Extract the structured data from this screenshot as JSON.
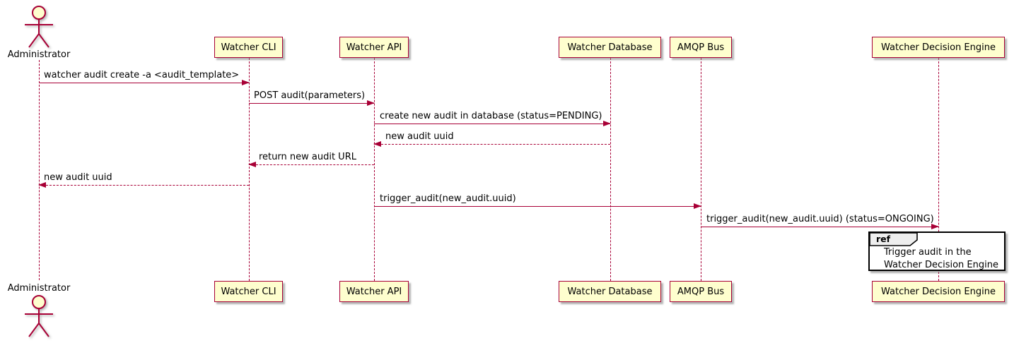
{
  "diagram_type": "uml-sequence-diagram",
  "colors": {
    "participant_fill": "#FEFECE",
    "participant_border": "#A80036",
    "lifeline": "#A80036",
    "arrow": "#A80036",
    "text": "#000000",
    "ref_border": "#000000",
    "ref_fill": "#FFFFFF",
    "ref_tab_fill": "#EEEEEE"
  },
  "actor": {
    "label": "Administrator"
  },
  "participants": [
    {
      "label": "Watcher CLI"
    },
    {
      "label": "Watcher API"
    },
    {
      "label": "Watcher Database"
    },
    {
      "label": "AMQP Bus"
    },
    {
      "label": "Watcher Decision Engine"
    }
  ],
  "messages": [
    {
      "label": "watcher audit create -a <audit_template>",
      "from": "Administrator",
      "to": "Watcher CLI",
      "style": "solid"
    },
    {
      "label": "POST audit(parameters)",
      "from": "Watcher CLI",
      "to": "Watcher API",
      "style": "solid"
    },
    {
      "label": "create new audit in database (status=PENDING)",
      "from": "Watcher API",
      "to": "Watcher Database",
      "style": "solid"
    },
    {
      "label": "new audit uuid",
      "from": "Watcher Database",
      "to": "Watcher API",
      "style": "dashed"
    },
    {
      "label": "return new audit URL",
      "from": "Watcher API",
      "to": "Watcher CLI",
      "style": "dashed"
    },
    {
      "label": "new audit uuid",
      "from": "Watcher CLI",
      "to": "Administrator",
      "style": "dashed"
    },
    {
      "label": "trigger_audit(new_audit.uuid)",
      "from": "Watcher API",
      "to": "AMQP Bus",
      "style": "solid"
    },
    {
      "label": "trigger_audit(new_audit.uuid) (status=ONGOING)",
      "from": "AMQP Bus",
      "to": "Watcher Decision Engine",
      "style": "solid"
    }
  ],
  "ref": {
    "keyword": "ref",
    "line1": "Trigger audit in the",
    "line2": "Watcher Decision Engine"
  }
}
